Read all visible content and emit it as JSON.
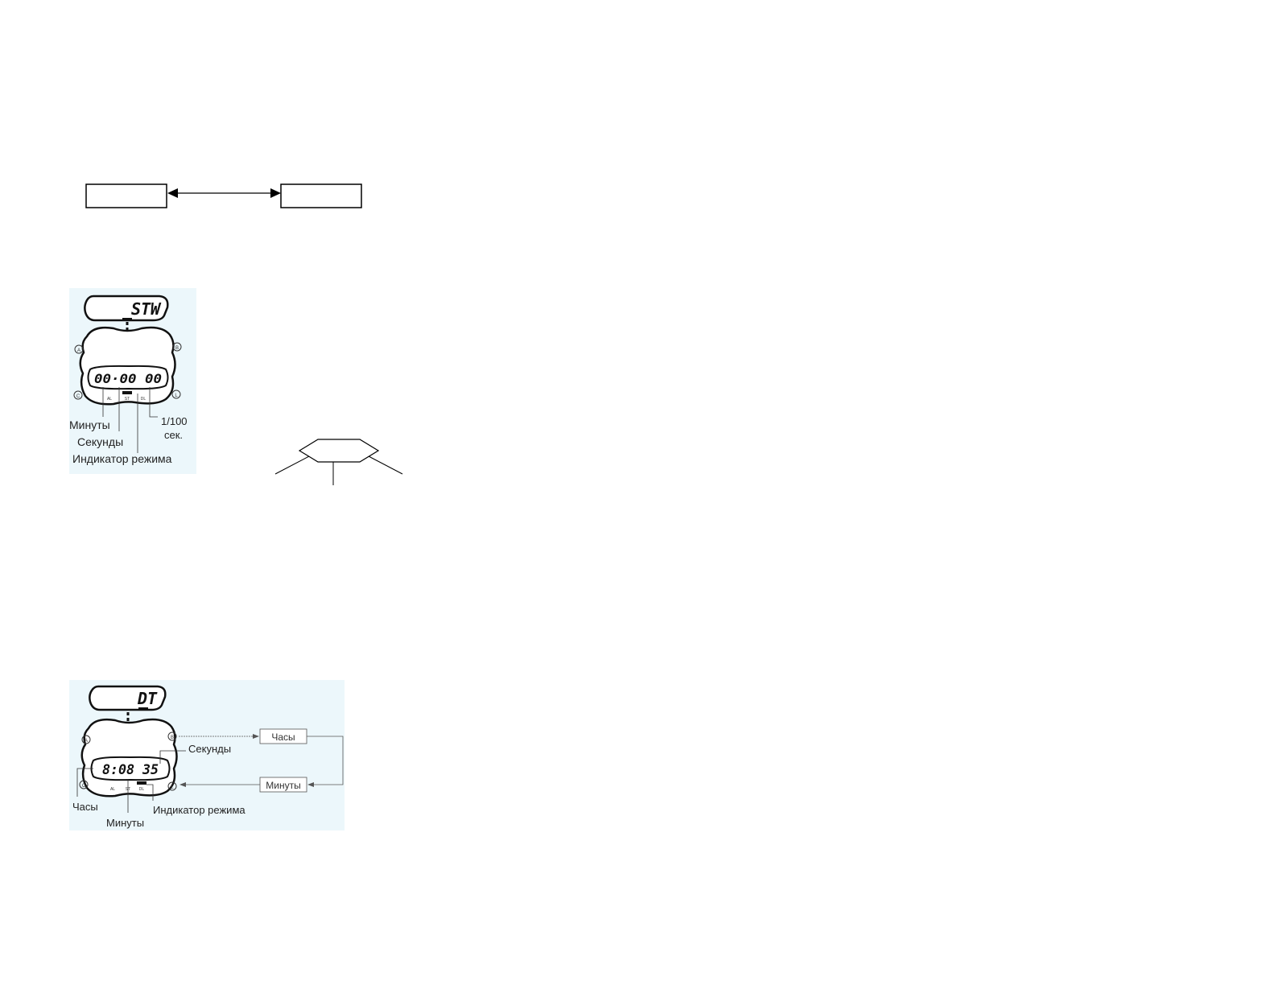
{
  "page": {
    "background": "#ffffff",
    "figure_background": "#ecf7fb"
  },
  "flow_top": {
    "left_box_label": "",
    "right_box_label": ""
  },
  "stopwatch_figure": {
    "mode_code": "STW",
    "display": "00·00 00",
    "buttons": {
      "a": "A",
      "b": "B",
      "c": "C",
      "l": "L"
    },
    "mode_marks": [
      "AL",
      "ST",
      "DL"
    ],
    "labels": {
      "minutes": "Минуты",
      "seconds": "Секунды",
      "hundredths_line1": "1/100",
      "hundredths_line2": "сек.",
      "mode_indicator": "Индикатор режима"
    }
  },
  "hexagon_label": "",
  "dual_time_figure": {
    "mode_code": "DT",
    "display": "8:08 35",
    "buttons": {
      "a": "A",
      "b": "B",
      "c": "C",
      "l": "L"
    },
    "mode_marks": [
      "AL",
      "ST",
      "DL"
    ],
    "labels": {
      "seconds": "Секунды",
      "hours": "Часы",
      "minutes": "Минуты",
      "mode_indicator": "Индикатор режима"
    },
    "flow_boxes": {
      "hours_box": "Часы",
      "minutes_box": "Минуты"
    }
  }
}
